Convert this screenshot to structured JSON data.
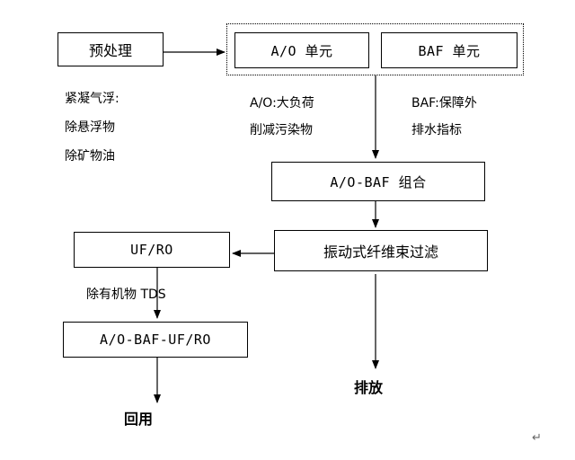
{
  "nodes": {
    "pretreatment": "预处理",
    "ao_unit": "A/O 单元",
    "baf_unit": "BAF 单元",
    "ao_baf_combo": "A/O-BAF 组合",
    "fiber_filter": "振动式纤维束过滤",
    "uf_ro": "UF/RO",
    "ao_baf_uf_ro": "A/O-BAF-UF/RO"
  },
  "notes": {
    "pretreatment_1": "紧凝气浮:",
    "pretreatment_2": "除悬浮物",
    "pretreatment_3": "除矿物油",
    "ao_1": "A/O:大负荷",
    "ao_2": "削减污染物",
    "baf_1": "BAF:保障外",
    "baf_2": "排水指标",
    "uf_ro_label": "除有机物 TDS"
  },
  "outputs": {
    "reuse": "回用",
    "discharge": "排放"
  },
  "mark": "↵"
}
